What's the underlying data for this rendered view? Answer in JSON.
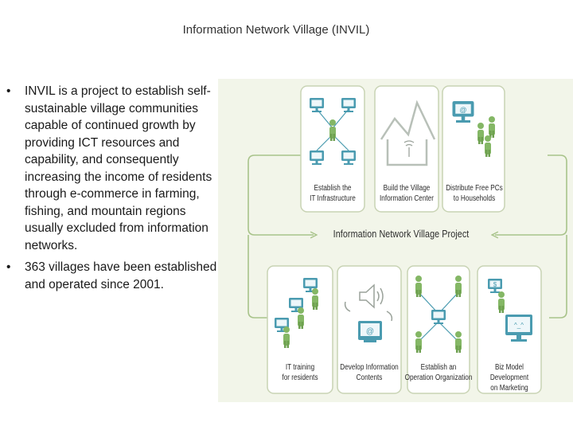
{
  "slide": {
    "title": "Information Network Village (INVIL)",
    "bullets": [
      "INVIL is a project to establish self-sustainable village communities capable of continued growth by providing ICT resources and capability, and consequently increasing the income of residents through e-commerce in farming, fishing, and mountain regions usually excluded from information networks.",
      "363 villages have been established and operated since 2001."
    ],
    "bullet_marker": "•"
  },
  "diagram": {
    "center_title": "Information Network Village Project",
    "top_boxes": [
      {
        "line1": "Establish the",
        "line2": "IT Infrastructure"
      },
      {
        "line1": "Build the Village",
        "line2": "Information Center"
      },
      {
        "line1": "Distribute Free PCs",
        "line2": "to Households"
      }
    ],
    "bottom_boxes": [
      {
        "line1": "IT training",
        "line2": "for residents"
      },
      {
        "line1": "Develop Information",
        "line2": "Contents"
      },
      {
        "line1": "Establish an",
        "line2": "Operation Organization"
      },
      {
        "line1": "Biz Model Development",
        "line2": "on Marketing"
      }
    ],
    "colors": {
      "panel_bg": "#f2f5e9",
      "box_bg": "#ffffff",
      "box_border": "#c8d3b4",
      "loop_line": "#a8c38a",
      "monitor": "#4a9bb0",
      "person": "#84b765"
    }
  }
}
